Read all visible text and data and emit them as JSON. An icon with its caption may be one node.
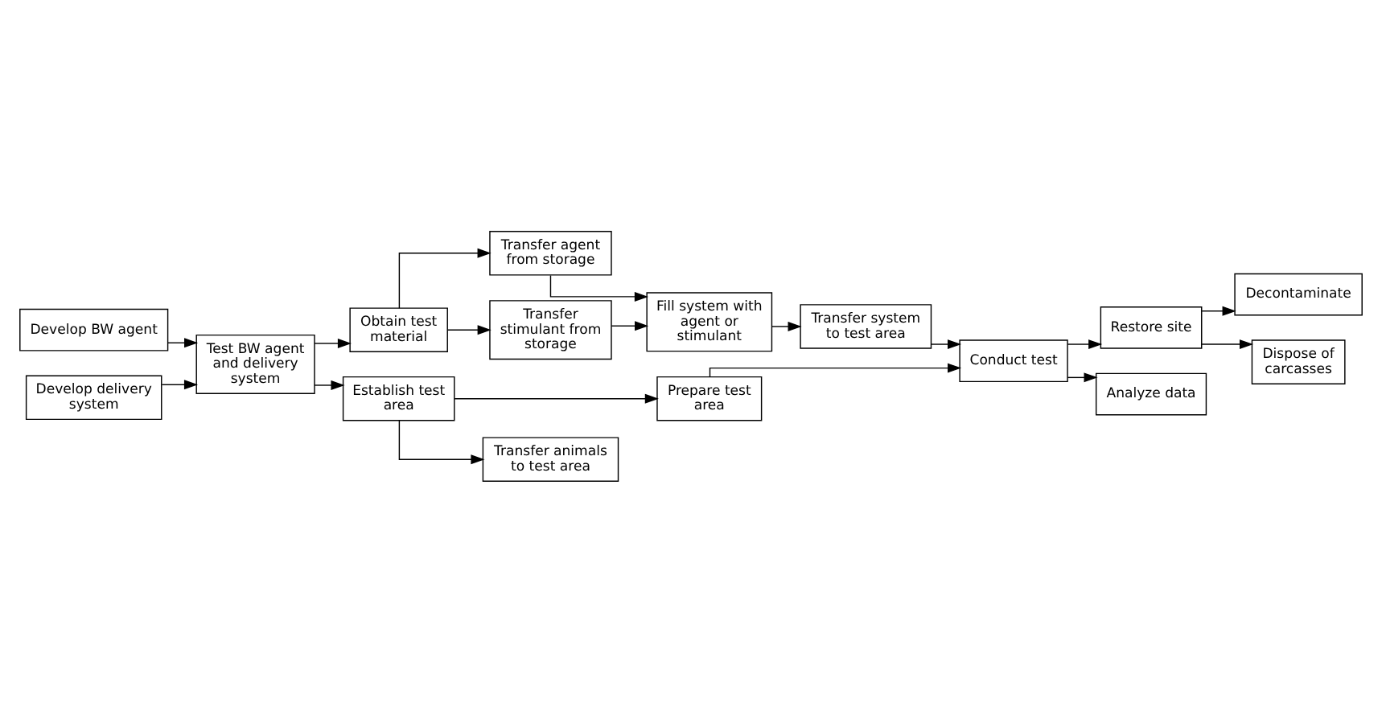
{
  "diagram": {
    "nodes": [
      {
        "text": [
          "Develop BW agent"
        ]
      },
      {
        "text": [
          "Test BW agent and delivery system"
        ]
      },
      {
        "text": [
          "Develop delivery system"
        ]
      },
      {
        "text": [
          "Obtain test material"
        ]
      },
      {
        "text": [
          "Transfer agent from storage"
        ]
      },
      {
        "text": [
          "Transfer stimulant from storage"
        ]
      },
      {
        "text": [
          "Fill system with agent or stimulant"
        ]
      },
      {
        "text": [
          "Transfer system to test area"
        ]
      },
      {
        "text": [
          "Establish test area"
        ]
      },
      {
        "text": [
          "Prepare test area"
        ]
      },
      {
        "text": [
          "Transfer animals to test area"
        ]
      },
      {
        "text": [
          "Conduct test"
        ]
      },
      {
        "text": [
          "Restore site"
        ]
      },
      {
        "text": [
          "Analyze data"
        ]
      },
      {
        "text": [
          "Decontaminate"
        ]
      },
      {
        "text": [
          "Dispose of carcasses"
        ]
      }
    ],
    "edges": [
      {
        "from": 0,
        "to": 1,
        "arrow": "to"
      },
      {
        "from": 2,
        "to": 1,
        "arrow": "to"
      },
      {
        "from": 1,
        "to": 3,
        "arrow": "to"
      },
      {
        "from": 1,
        "to": 8,
        "arrow": "to"
      },
      {
        "from": 3,
        "to": 4,
        "arrow": "to"
      },
      {
        "from": 3,
        "to": 5,
        "arrow": "to"
      },
      {
        "from": 4,
        "to": 6,
        "arrow": "to"
      },
      {
        "from": 5,
        "to": 6,
        "arrow": "to"
      },
      {
        "from": 6,
        "to": 7,
        "arrow": "to"
      },
      {
        "from": 7,
        "to": 11,
        "arrow": "to"
      },
      {
        "from": 8,
        "to": 9,
        "arrow": "to"
      },
      {
        "from": 8,
        "to": 10,
        "arrow": "to"
      },
      {
        "from": 9,
        "to": 11,
        "arrow": "to"
      },
      {
        "from": 11,
        "to": 12,
        "arrow": "to"
      },
      {
        "from": 11,
        "to": 13,
        "arrow": "to"
      },
      {
        "from": 12,
        "to": 14,
        "arrow": "to"
      },
      {
        "from": 12,
        "to": 15,
        "arrow": "to"
      }
    ]
  }
}
